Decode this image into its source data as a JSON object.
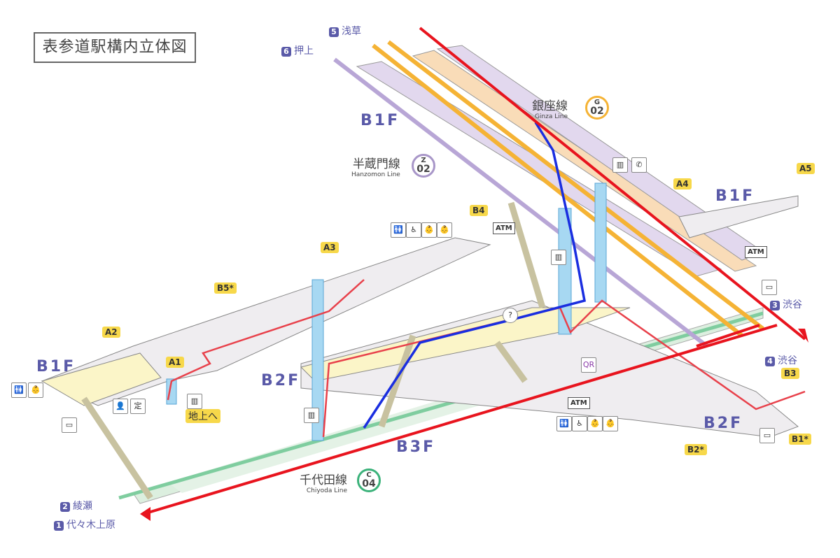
{
  "title": "表参道駅構内立体図",
  "floors": {
    "b1f_left": "B1F",
    "b1f_top": "B1F",
    "b1f_right": "B1F",
    "b2f_left": "B2F",
    "b2f_right": "B2F",
    "b3f": "B3F"
  },
  "lines": {
    "ginza": {
      "jp": "銀座線",
      "en": "Ginza Line",
      "letter": "G",
      "code": "02",
      "color": "#f5b335"
    },
    "hanzomon": {
      "jp": "半蔵門線",
      "en": "Hanzomon Line",
      "letter": "Z",
      "code": "02",
      "color": "#a896c8"
    },
    "chiyoda": {
      "jp": "千代田線",
      "en": "Chiyoda Line",
      "letter": "C",
      "code": "04",
      "color": "#3bb27a"
    }
  },
  "destinations": [
    {
      "num": "5",
      "name": "浅草"
    },
    {
      "num": "6",
      "name": "押上"
    },
    {
      "num": "3",
      "name": "渋谷"
    },
    {
      "num": "4",
      "name": "渋谷"
    },
    {
      "num": "2",
      "name": "綾瀬"
    },
    {
      "num": "1",
      "name": "代々木上原"
    }
  ],
  "exits": [
    "A1",
    "A2",
    "A3",
    "A4",
    "A5",
    "B1*",
    "B2*",
    "B3",
    "B4",
    "B5*"
  ],
  "to_ground": "地上へ",
  "atm": "ATM",
  "facility_icons": {
    "toilet": "🚻",
    "baby": "👶",
    "accessible": "♿",
    "locker": "▭",
    "ticket": "定",
    "elevator": "▥",
    "phone": "✆",
    "coin_locker": "▭",
    "ticket_office": "👤",
    "qr": "QR",
    "info": "?"
  },
  "route_colors": {
    "exit_route": "#e8414b",
    "transfer_route": "#1a2ee0",
    "direction_arrow": "#e8141e"
  }
}
